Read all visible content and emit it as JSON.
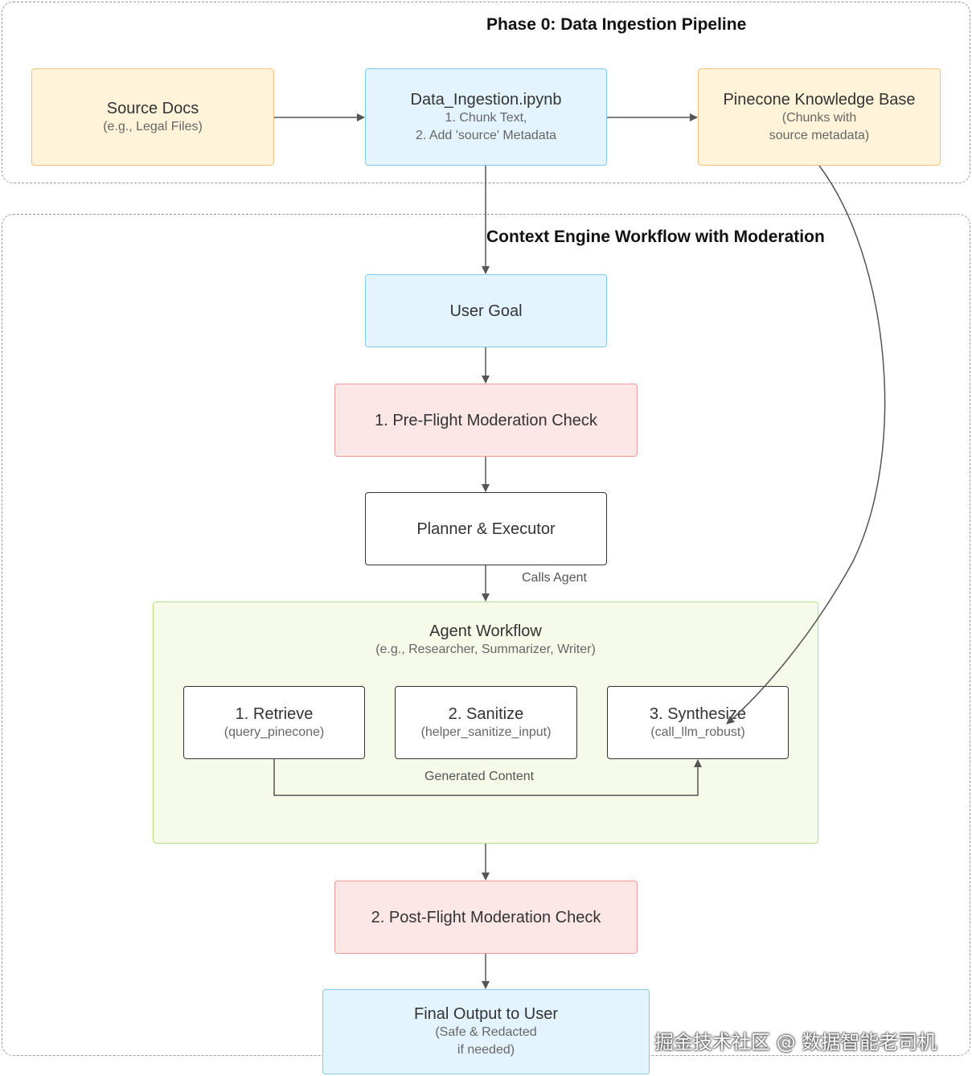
{
  "phase0": {
    "title": "Phase 0: Data Ingestion Pipeline",
    "source_docs": {
      "title": "Source Docs",
      "subtitle": "(e.g., Legal Files)"
    },
    "ingestion": {
      "title": "Data_Ingestion.ipynb",
      "line1": "1. Chunk Text,",
      "line2": "2. Add 'source' Metadata"
    },
    "pinecone": {
      "title": "Pinecone Knowledge Base",
      "line1": "(Chunks with",
      "line2": "source metadata)"
    }
  },
  "engine": {
    "title": "Context Engine Workflow with Moderation",
    "user_goal": "User Goal",
    "preflight": "1. Pre-Flight Moderation Check",
    "planner": "Planner & Executor",
    "calls_agent": "Calls Agent",
    "agent_workflow": {
      "title": "Agent Workflow",
      "subtitle": "(e.g., Researcher, Summarizer, Writer)",
      "retrieve": {
        "title": "1. Retrieve",
        "subtitle": "(query_pinecone)"
      },
      "sanitize": {
        "title": "2. Sanitize",
        "subtitle": "(helper_sanitize_input)"
      },
      "synthesize": {
        "title": "3. Synthesize",
        "subtitle": "(call_llm_robust)"
      },
      "generated_content": "Generated Content"
    },
    "postflight": "2. Post-Flight Moderation Check",
    "final_output": {
      "title": "Final Output to User",
      "line1": "(Safe & Redacted",
      "line2": "if needed)"
    }
  },
  "watermark": "掘金技术社区 @ 数据智能老司机",
  "colors": {
    "doc_fill": "#fff3d9",
    "process_fill": "#e3f4ff",
    "moderation_fill": "#fde6e6",
    "agent_fill": "#f5fbe8",
    "edge": "#555555"
  }
}
